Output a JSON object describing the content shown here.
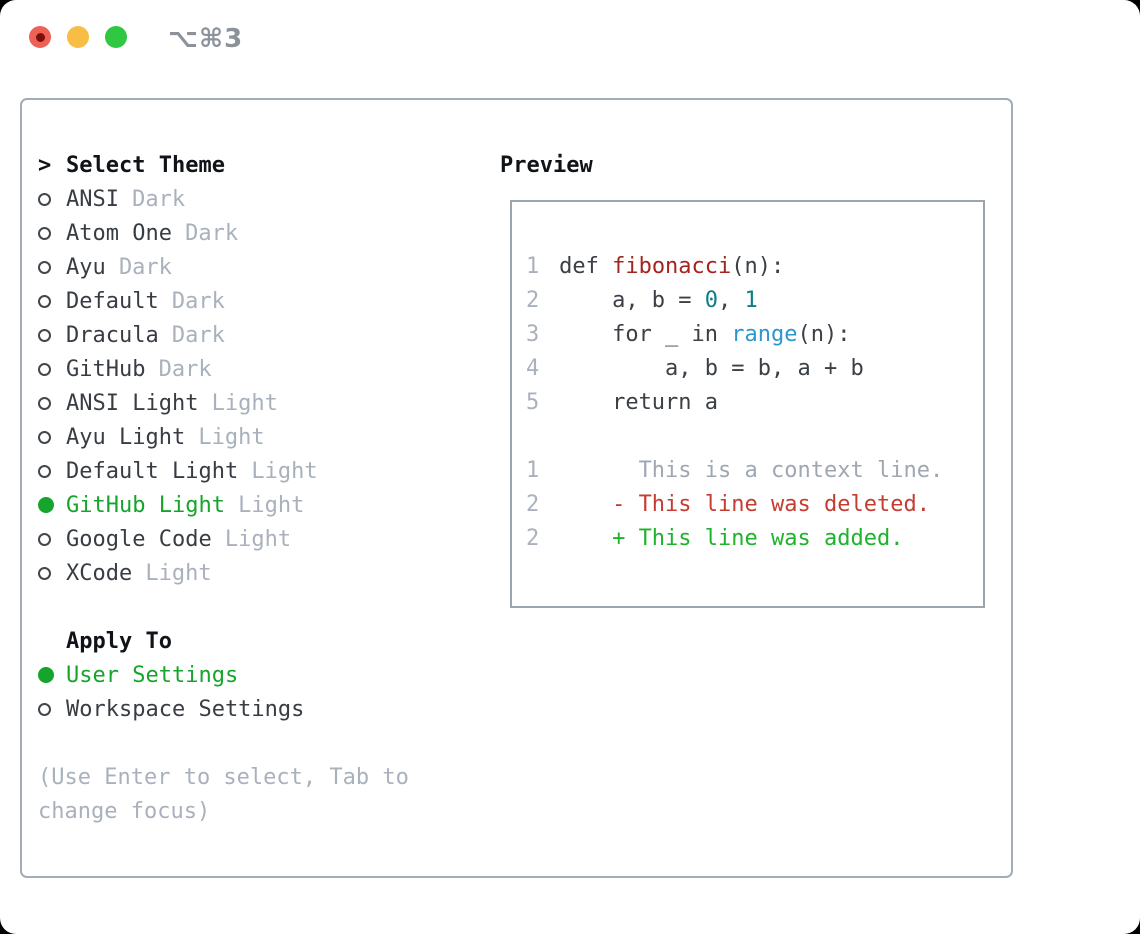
{
  "window": {
    "title": "⌥⌘3",
    "traffic_lights": {
      "close": "red",
      "minimize": "yellow",
      "zoom": "green"
    }
  },
  "colors": {
    "accent_green": "#15a52c",
    "muted_gray": "#a9b1bc",
    "panel_border": "#a3abb4",
    "diff_red": "#c53c30",
    "diff_green": "#1db32a",
    "function_red": "#a62420",
    "number_teal": "#0d7e85",
    "builtin_blue": "#2d96cd"
  },
  "theme_list": {
    "prompt": ">",
    "header": "Select Theme",
    "items": [
      {
        "name": "ANSI",
        "variant": "Dark",
        "selected": false
      },
      {
        "name": "Atom One",
        "variant": "Dark",
        "selected": false
      },
      {
        "name": "Ayu",
        "variant": "Dark",
        "selected": false
      },
      {
        "name": "Default",
        "variant": "Dark",
        "selected": false
      },
      {
        "name": "Dracula",
        "variant": "Dark",
        "selected": false
      },
      {
        "name": "GitHub",
        "variant": "Dark",
        "selected": false
      },
      {
        "name": "ANSI Light",
        "variant": "Light",
        "selected": false
      },
      {
        "name": "Ayu Light",
        "variant": "Light",
        "selected": false
      },
      {
        "name": "Default Light",
        "variant": "Light",
        "selected": false
      },
      {
        "name": "GitHub Light",
        "variant": "Light",
        "selected": true
      },
      {
        "name": "Google Code",
        "variant": "Light",
        "selected": false
      },
      {
        "name": "XCode",
        "variant": "Light",
        "selected": false
      }
    ]
  },
  "apply_to": {
    "header": "Apply To",
    "options": [
      {
        "label": "User Settings",
        "selected": true
      },
      {
        "label": "Workspace Settings",
        "selected": false
      }
    ]
  },
  "help": {
    "line1": "(Use Enter to select, Tab to",
    "line2": "change focus)"
  },
  "preview": {
    "title": "Preview",
    "code": [
      {
        "num": "1",
        "tokens": [
          {
            "style": "kw",
            "text": "def "
          },
          {
            "style": "fn",
            "text": "fibonacci"
          },
          {
            "style": "pl",
            "text": "(n):"
          }
        ]
      },
      {
        "num": "2",
        "tokens": [
          {
            "style": "pl",
            "text": "    a, b = "
          },
          {
            "style": "nu",
            "text": "0"
          },
          {
            "style": "pl",
            "text": ", "
          },
          {
            "style": "nu",
            "text": "1"
          }
        ]
      },
      {
        "num": "3",
        "tokens": [
          {
            "style": "pl",
            "text": "    for _ in "
          },
          {
            "style": "bi",
            "text": "range"
          },
          {
            "style": "pl",
            "text": "(n):"
          }
        ]
      },
      {
        "num": "4",
        "tokens": [
          {
            "style": "pl",
            "text": "        a, b = b, a + b"
          }
        ]
      },
      {
        "num": "5",
        "tokens": [
          {
            "style": "pl",
            "text": "    return a"
          }
        ]
      },
      {
        "num": "1",
        "tokens": [
          {
            "style": "ctx",
            "text": "      This is a context line."
          }
        ]
      },
      {
        "num": "2",
        "tokens": [
          {
            "style": "del",
            "text": "    - This line was deleted."
          }
        ]
      },
      {
        "num": "2",
        "tokens": [
          {
            "style": "add",
            "text": "    + This line was added."
          }
        ]
      }
    ]
  }
}
